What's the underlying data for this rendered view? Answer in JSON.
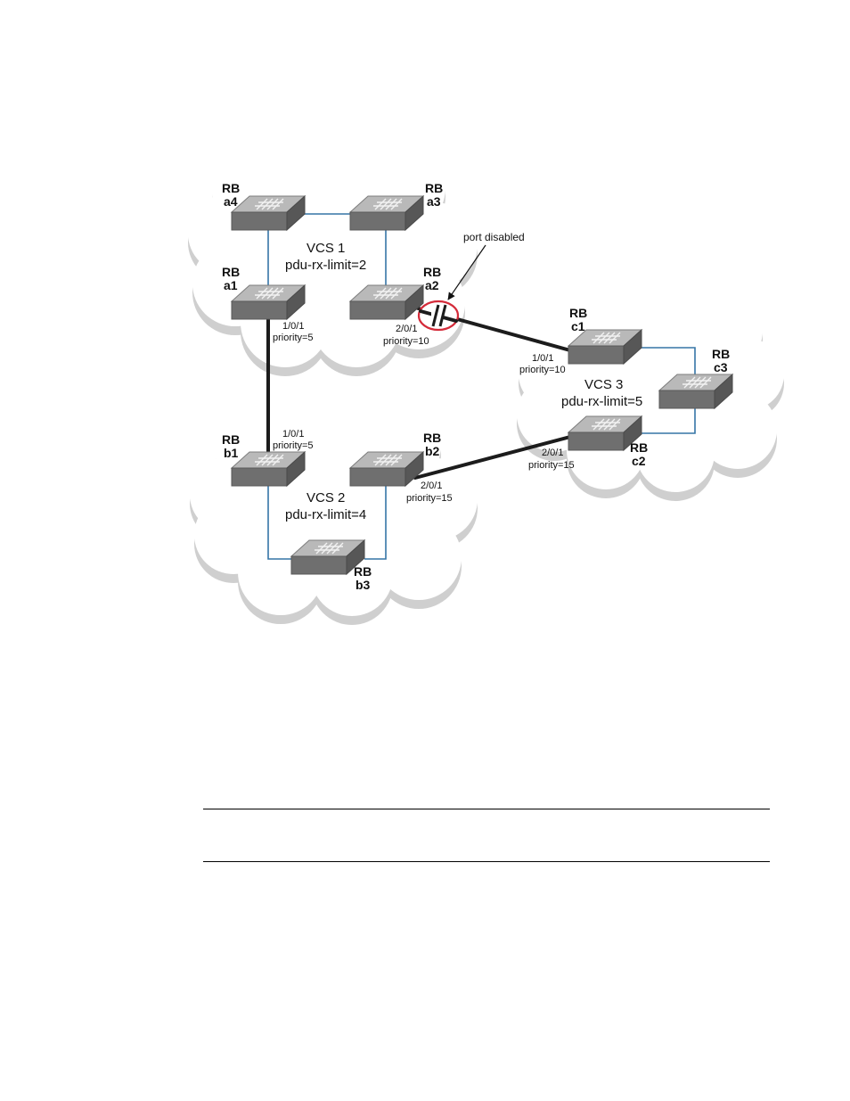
{
  "clouds": [
    {
      "id": "vcs1",
      "title": "VCS 1",
      "limit": "pdu-rx-limit=2"
    },
    {
      "id": "vcs2",
      "title": "VCS 2",
      "limit": "pdu-rx-limit=4"
    },
    {
      "id": "vcs3",
      "title": "VCS 3",
      "limit": "pdu-rx-limit=5"
    }
  ],
  "switches": [
    {
      "id": "a4",
      "rb": "RB",
      "name": "a4"
    },
    {
      "id": "a3",
      "rb": "RB",
      "name": "a3"
    },
    {
      "id": "a1",
      "rb": "RB",
      "name": "a1"
    },
    {
      "id": "a2",
      "rb": "RB",
      "name": "a2"
    },
    {
      "id": "b1",
      "rb": "RB",
      "name": "b1"
    },
    {
      "id": "b2",
      "rb": "RB",
      "name": "b2"
    },
    {
      "id": "b3",
      "rb": "RB",
      "name": "b3"
    },
    {
      "id": "c1",
      "rb": "RB",
      "name": "c1"
    },
    {
      "id": "c3",
      "rb": "RB",
      "name": "c3"
    },
    {
      "id": "c2",
      "rb": "RB",
      "name": "c2"
    }
  ],
  "ports": [
    {
      "id": "a1p",
      "port": "1/0/1",
      "priority": "priority=5"
    },
    {
      "id": "a2p",
      "port": "2/0/1",
      "priority": "priority=10"
    },
    {
      "id": "b1p",
      "port": "1/0/1",
      "priority": "priority=5"
    },
    {
      "id": "b2p",
      "port": "2/0/1",
      "priority": "priority=15"
    },
    {
      "id": "c1p",
      "port": "1/0/1",
      "priority": "priority=10"
    },
    {
      "id": "c2p",
      "port": "2/0/1",
      "priority": "priority=15"
    }
  ],
  "annotation": {
    "text": "port disabled"
  },
  "colors": {
    "ring_link": "#3575a6",
    "isl_link": "#1c1c1c",
    "disabled_marker": "#d42b3a",
    "cloud_shadow": "#cfcfcf"
  }
}
